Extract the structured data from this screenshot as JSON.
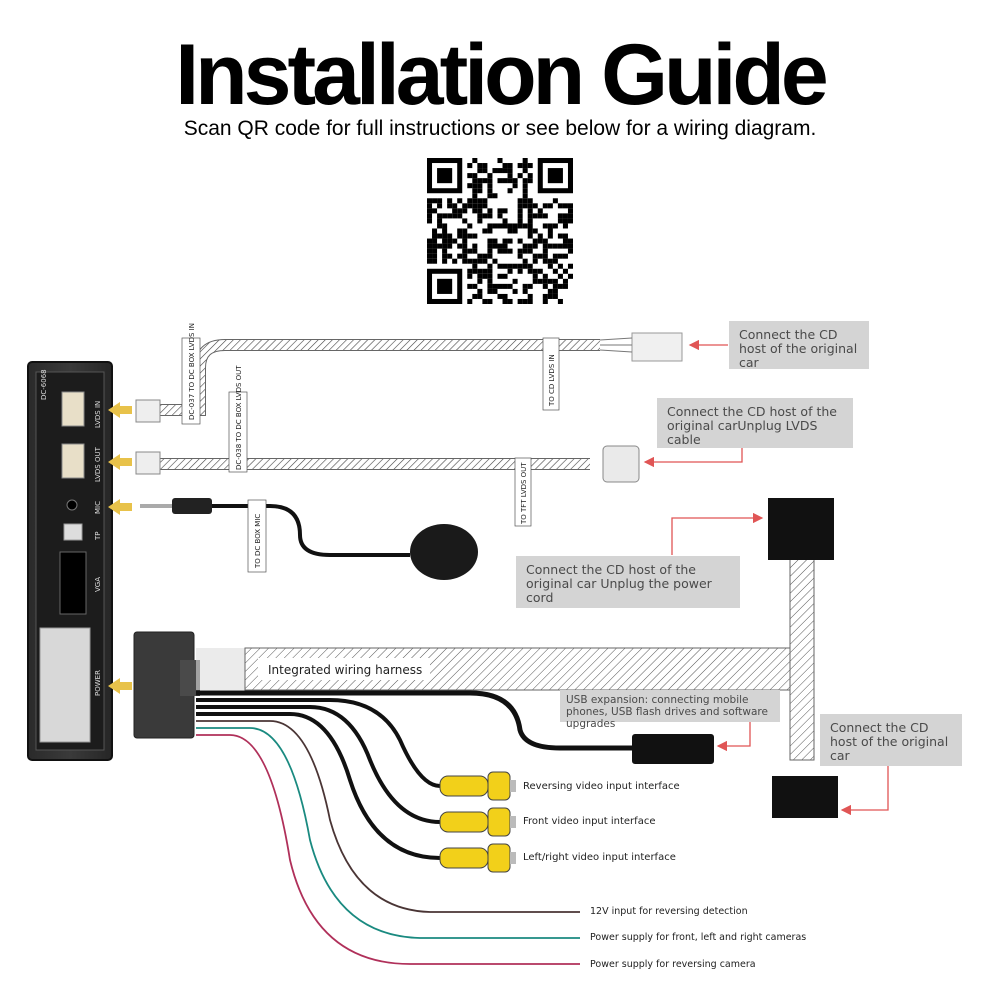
{
  "header": {
    "title": "Installation Guide",
    "subtitle": "Scan QR code for full instructions or see below for a wiring diagram."
  },
  "qr": {
    "icon": "qr-code-icon"
  },
  "device": {
    "model": "DC-6068",
    "ports": [
      "LVDS IN",
      "LVDS OUT",
      "MIC",
      "TP",
      "VGA",
      "POWER"
    ]
  },
  "cables": {
    "lvds_in_box": "DC-037 TO DC BOX LVDS IN",
    "lvds_in_cd": "TO CD LVDS IN",
    "lvds_out_box": "DC-038 TO DC BOX LVDS OUT",
    "lvds_out_tft": "TO TFT LVDS OUT",
    "mic_box": "TO DC BOX MIC",
    "harness": "Integrated wiring harness"
  },
  "callouts": {
    "cd_host_1": "Connect the CD host of the original car",
    "cd_host_lvds": "Connect the CD host of the original carUnplug LVDS cable",
    "cd_host_power": "Connect the CD host of the original car Unplug the power cord",
    "usb": "USB expansion: connecting mobile phones, USB flash drives and software upgrades",
    "cd_host_2": "Connect the CD host of the original car"
  },
  "wires": {
    "reversing_video": "Reversing video input interface",
    "front_video": "Front video input interface",
    "lr_video": "Left/right video input interface",
    "reverse_12v": "12V input for reversing detection",
    "power_cameras": "Power supply for front, left and right cameras",
    "power_reversing": "Power supply for reversing camera"
  },
  "colors": {
    "callout_bg": "#d4d4d4",
    "arrow": "#e05555",
    "rca_yellow": "#f2d01a",
    "wire_brown": "#4a3535",
    "wire_teal": "#1a8a80",
    "wire_red": "#b0305a",
    "arrow_port": "#e8c24a"
  }
}
